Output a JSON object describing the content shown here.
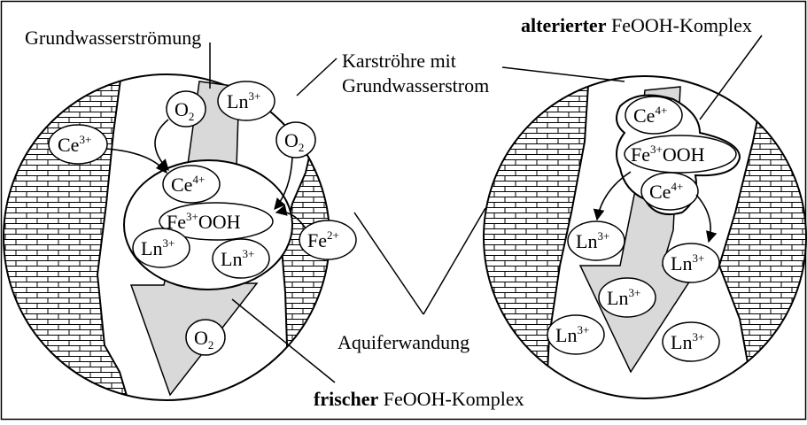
{
  "labels": {
    "groundwater_flow": "Grundwasserströmung",
    "karst_tube_line1": "Karströhre mit",
    "karst_tube_line2": "Grundwasserstrom",
    "altered_bold": "alterierter",
    "altered_rest": " FeOOH-Komplex",
    "fresh_bold": "frischer",
    "fresh_rest": " FeOOH-Komplex",
    "aquifer_wall": "Aquiferwandung"
  },
  "ions": {
    "o2": "O",
    "o2_sub": "2",
    "ln": "Ln",
    "ln_charge": "3+",
    "ce": "Ce",
    "ce3_charge": "3+",
    "ce4_charge": "4+",
    "fe": "Fe",
    "fe2_charge": "2+",
    "fe3_charge": "3+",
    "ooh": "OOH"
  },
  "colors": {
    "arrow_fill": "#d9d9d9",
    "line": "#000000",
    "background": "#ffffff"
  }
}
